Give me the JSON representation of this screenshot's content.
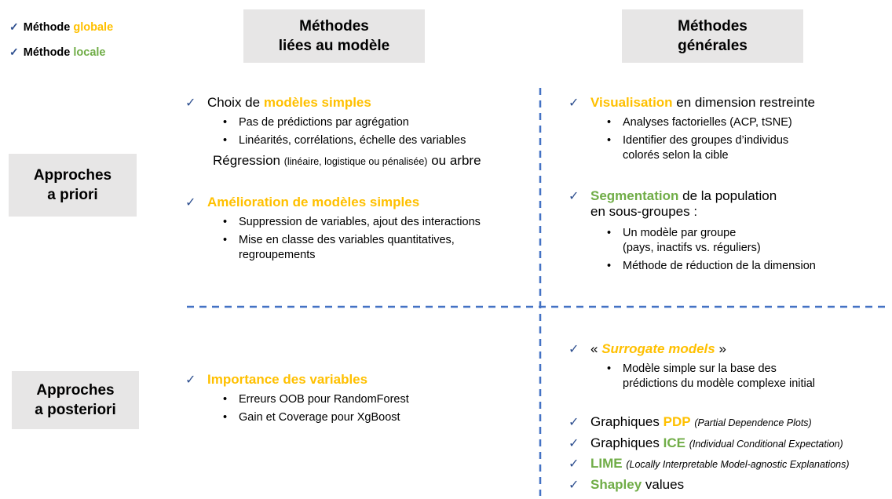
{
  "legend": {
    "global_prefix": "Méthode ",
    "global_word": "globale",
    "local_prefix": "Méthode ",
    "local_word": "locale"
  },
  "headers": {
    "model_methods_line1": "Méthodes",
    "model_methods_line2": "liées au modèle",
    "general_methods_line1": "Méthodes",
    "general_methods_line2": "générales"
  },
  "rows": {
    "a_priori_line1": "Approches",
    "a_priori_line2": "a priori",
    "a_posteriori_line1": "Approches",
    "a_posteriori_line2": "a posteriori"
  },
  "q1": {
    "simple_models_prefix": "Choix de ",
    "simple_models_highlight": "modèles simples",
    "bullet1": "Pas de prédictions par agrégation",
    "bullet2": "Linéarités, corrélations, échelle des variables",
    "regression_prefix": "Régression ",
    "regression_paren": "(linéaire, logistique ou pénalisée)",
    "regression_suffix": " ou arbre",
    "improvement_highlight": "Amélioration de modèles simples",
    "bullet3": "Suppression de variables, ajout des interactions",
    "bullet4_line1": "Mise en classe des variables quantitatives,",
    "bullet4_line2": "regroupements"
  },
  "q2": {
    "visualisation_highlight": "Visualisation",
    "visualisation_suffix": " en dimension restreinte",
    "bullet1": "Analyses factorielles (ACP, tSNE)",
    "bullet2_line1": "Identifier des groupes d’individus",
    "bullet2_line2": "colorés selon la cible",
    "segmentation_highlight": "Segmentation",
    "segmentation_suffix": " de la population",
    "segmentation_line2": "en sous-groupes :",
    "bullet3_line1": "Un modèle  par groupe",
    "bullet3_line2": "(pays, inactifs vs. réguliers)",
    "bullet4": "Méthode de réduction de la dimension"
  },
  "q3": {
    "importance_highlight": "Importance des variables",
    "bullet1": "Erreurs OOB pour RandomForest",
    "bullet2": "Gain et Coverage pour XgBoost"
  },
  "q4": {
    "surrogate_open": "« ",
    "surrogate_highlight": "Surrogate models",
    "surrogate_close": " »",
    "bullet1_line1": "Modèle  simple sur la base des",
    "bullet1_line2": "prédictions du modèle complexe initial",
    "pdp_prefix": "Graphiques ",
    "pdp_highlight": "PDP",
    "pdp_note": "(Partial Dependence Plots)",
    "ice_prefix": "Graphiques ",
    "ice_highlight": "ICE",
    "ice_note": "(Individual Conditional Expectation)",
    "lime_highlight": "LIME",
    "lime_note": "(Locally Interpretable Model-agnostic Explanations)",
    "shapley_highlight": "Shapley",
    "shapley_suffix": " values"
  },
  "colors": {
    "global": "#FFC000",
    "local": "#70AD47",
    "divider": "#4472C4",
    "header_bg": "#E7E6E6",
    "check": "#2E4F8F"
  },
  "bullet_char": "•",
  "check_char": "✓"
}
